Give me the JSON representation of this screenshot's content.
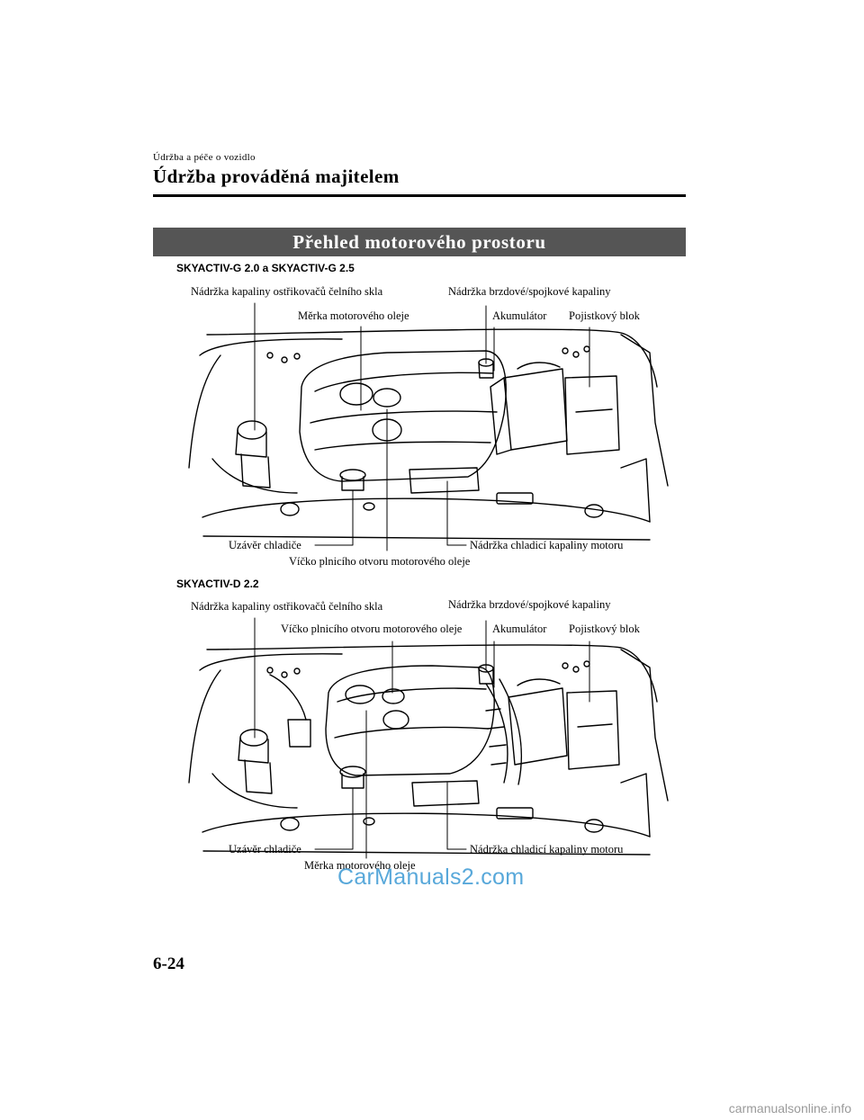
{
  "header": {
    "breadcrumb": "Údržba a péče o vozidlo",
    "title": "Údržba prováděná majitelem"
  },
  "section": {
    "title": "Přehled motorového prostoru"
  },
  "figure_petrol": {
    "variant": "SKYACTIV-G 2.0 a SKYACTIV-G 2.5",
    "labels": {
      "washer_tank": "Nádržka kapaliny ostřikovačů čelního skla",
      "brake_clutch_tank": "Nádržka brzdové/spojkové kapaliny",
      "oil_dipstick": "Měrka motorového oleje",
      "battery": "Akumulátor",
      "fuse_block": "Pojistkový blok",
      "radiator_cap": "Uzávěr chladiče",
      "coolant_tank": "Nádržka chladicí kapaliny motoru",
      "oil_filler_cap": "Víčko plnicího otvoru motorového oleje"
    }
  },
  "figure_diesel": {
    "variant": "SKYACTIV-D 2.2",
    "labels": {
      "washer_tank": "Nádržka kapaliny ostřikovačů čelního skla",
      "brake_clutch_tank": "Nádržka brzdové/spojkové kapaliny",
      "oil_filler_cap": "Víčko plnicího otvoru motorového oleje",
      "battery": "Akumulátor",
      "fuse_block": "Pojistkový blok",
      "radiator_cap": "Uzávěr chladiče",
      "coolant_tank": "Nádržka chladicí kapaliny motoru",
      "oil_dipstick": "Měrka motorového oleje"
    }
  },
  "watermark": "CarManuals2.com",
  "page_number": "6-24",
  "footer_site": "carmanualsonline.info"
}
